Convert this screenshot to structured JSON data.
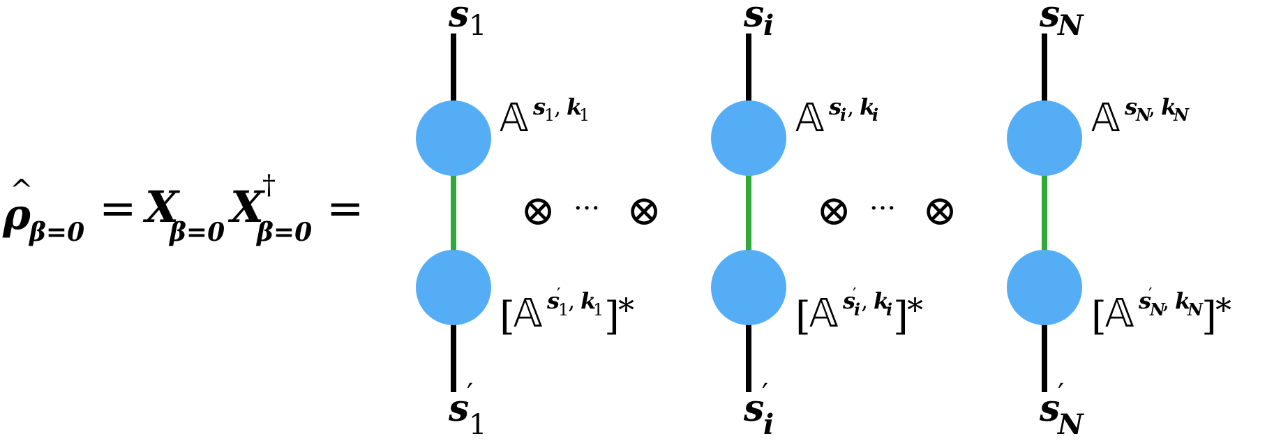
{
  "equation": {
    "rho": "ρ",
    "hat": "^",
    "rho_subscript": "β=0",
    "equals_1": "=",
    "x": "X",
    "x_subscript": "β=0",
    "x2": "X",
    "x2_superscript": "†",
    "x2_subscript": "β=0",
    "equals_2": "="
  },
  "operators": {
    "otimes": "⊗",
    "ellipsis": "···"
  },
  "sites": [
    {
      "top_label": "s",
      "top_sub": "1",
      "bottom_label": "s",
      "bottom_prime": "′",
      "bottom_sub": "1",
      "tensor_top": {
        "symbol": "𝔸",
        "sup_s": "s",
        "sup_s_sub": "1",
        "sep": ",",
        "sup_k": "k",
        "sup_k_sub": "1"
      },
      "tensor_bottom": {
        "open": "[",
        "symbol": "𝔸",
        "sup_s": "s",
        "sup_prime": "′",
        "sup_s_sub": "1",
        "sep": ",",
        "sup_k": "k",
        "sup_k_sub": "1",
        "close": "]",
        "conj": "*"
      }
    },
    {
      "top_label": "s",
      "top_sub": "i",
      "bottom_label": "s",
      "bottom_prime": "′",
      "bottom_sub": "i",
      "tensor_top": {
        "symbol": "𝔸",
        "sup_s": "s",
        "sup_s_sub": "i",
        "sep": ",",
        "sup_k": "k",
        "sup_k_sub": "i"
      },
      "tensor_bottom": {
        "open": "[",
        "symbol": "𝔸",
        "sup_s": "s",
        "sup_prime": "′",
        "sup_s_sub": "i",
        "sep": ",",
        "sup_k": "k",
        "sup_k_sub": "i",
        "close": "]",
        "conj": "*"
      }
    },
    {
      "top_label": "s",
      "top_sub": "N",
      "bottom_label": "s",
      "bottom_prime": "′",
      "bottom_sub": "N",
      "tensor_top": {
        "symbol": "𝔸",
        "sup_s": "s",
        "sup_s_sub": "N",
        "sep": ",",
        "sup_k": "k",
        "sup_k_sub": "N"
      },
      "tensor_bottom": {
        "open": "[",
        "symbol": "𝔸",
        "sup_s": "s",
        "sup_prime": "′",
        "sup_s_sub": "N",
        "sep": ",",
        "sup_k": "k",
        "sup_k_sub": "N",
        "close": "]",
        "conj": "*"
      }
    }
  ],
  "colors": {
    "node_fill": "#55aef5",
    "bond": "#2faa3a",
    "leg": "#000000"
  }
}
